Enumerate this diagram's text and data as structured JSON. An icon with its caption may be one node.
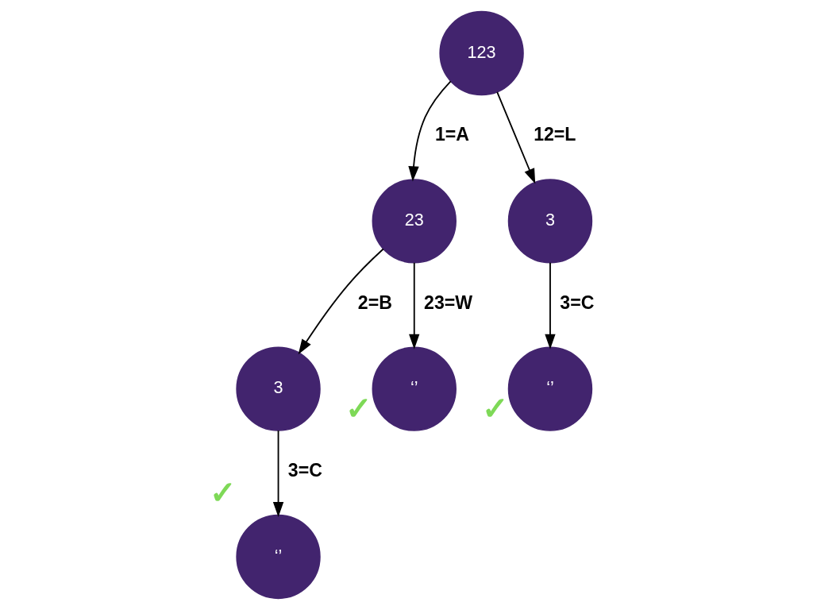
{
  "diagram": {
    "nodes": [
      {
        "text": [
          "123"
        ]
      },
      {
        "text": [
          "23"
        ]
      },
      {
        "text": [
          "3"
        ]
      },
      {
        "text": [
          "3"
        ]
      },
      {
        "text": [
          "‘’"
        ],
        "beside": [
          "✓"
        ]
      },
      {
        "text": [
          "‘’"
        ],
        "beside": [
          "✓"
        ]
      },
      {
        "text": [
          "‘’"
        ],
        "beside": [
          "✓"
        ]
      }
    ],
    "edges": [
      {
        "from": 0,
        "to": 1,
        "arrow": "to",
        "label": "1=A"
      },
      {
        "from": 0,
        "to": 2,
        "arrow": "to",
        "label": "12=L"
      },
      {
        "from": 1,
        "to": 3,
        "arrow": "to",
        "label": "2=B"
      },
      {
        "from": 1,
        "to": 4,
        "arrow": "to",
        "label": "23=W"
      },
      {
        "from": 2,
        "to": 5,
        "arrow": "to",
        "label": "3=C"
      },
      {
        "from": 3,
        "to": 6,
        "arrow": "to",
        "label": "3=C"
      }
    ]
  }
}
